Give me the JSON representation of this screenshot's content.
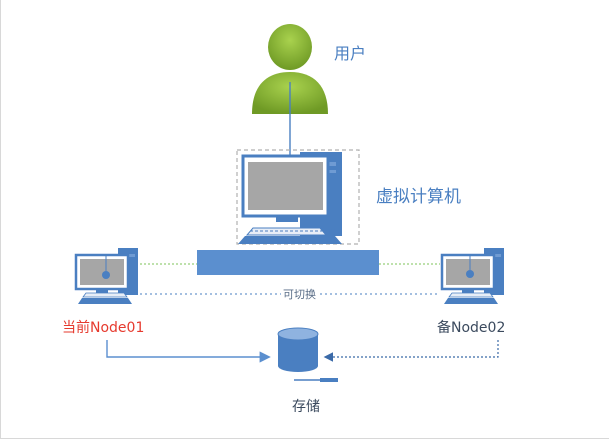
{
  "labels": {
    "user": "用户",
    "virtual_computer": "虚拟计算机",
    "switchable": "可切换",
    "current_node": "当前Node01",
    "backup_node": "备Node02",
    "storage": "存储"
  },
  "colors": {
    "user_green": "#8db83a",
    "accent_blue": "#4a7fc1",
    "screen_gray": "#a6a6a6",
    "active_red": "#e63a2e",
    "link_green": "#7cc35a"
  },
  "icons": {
    "user": "user-icon",
    "vm": "virtual-computer-icon",
    "node1": "computer-icon",
    "node2": "computer-icon",
    "storage": "database-icon"
  }
}
